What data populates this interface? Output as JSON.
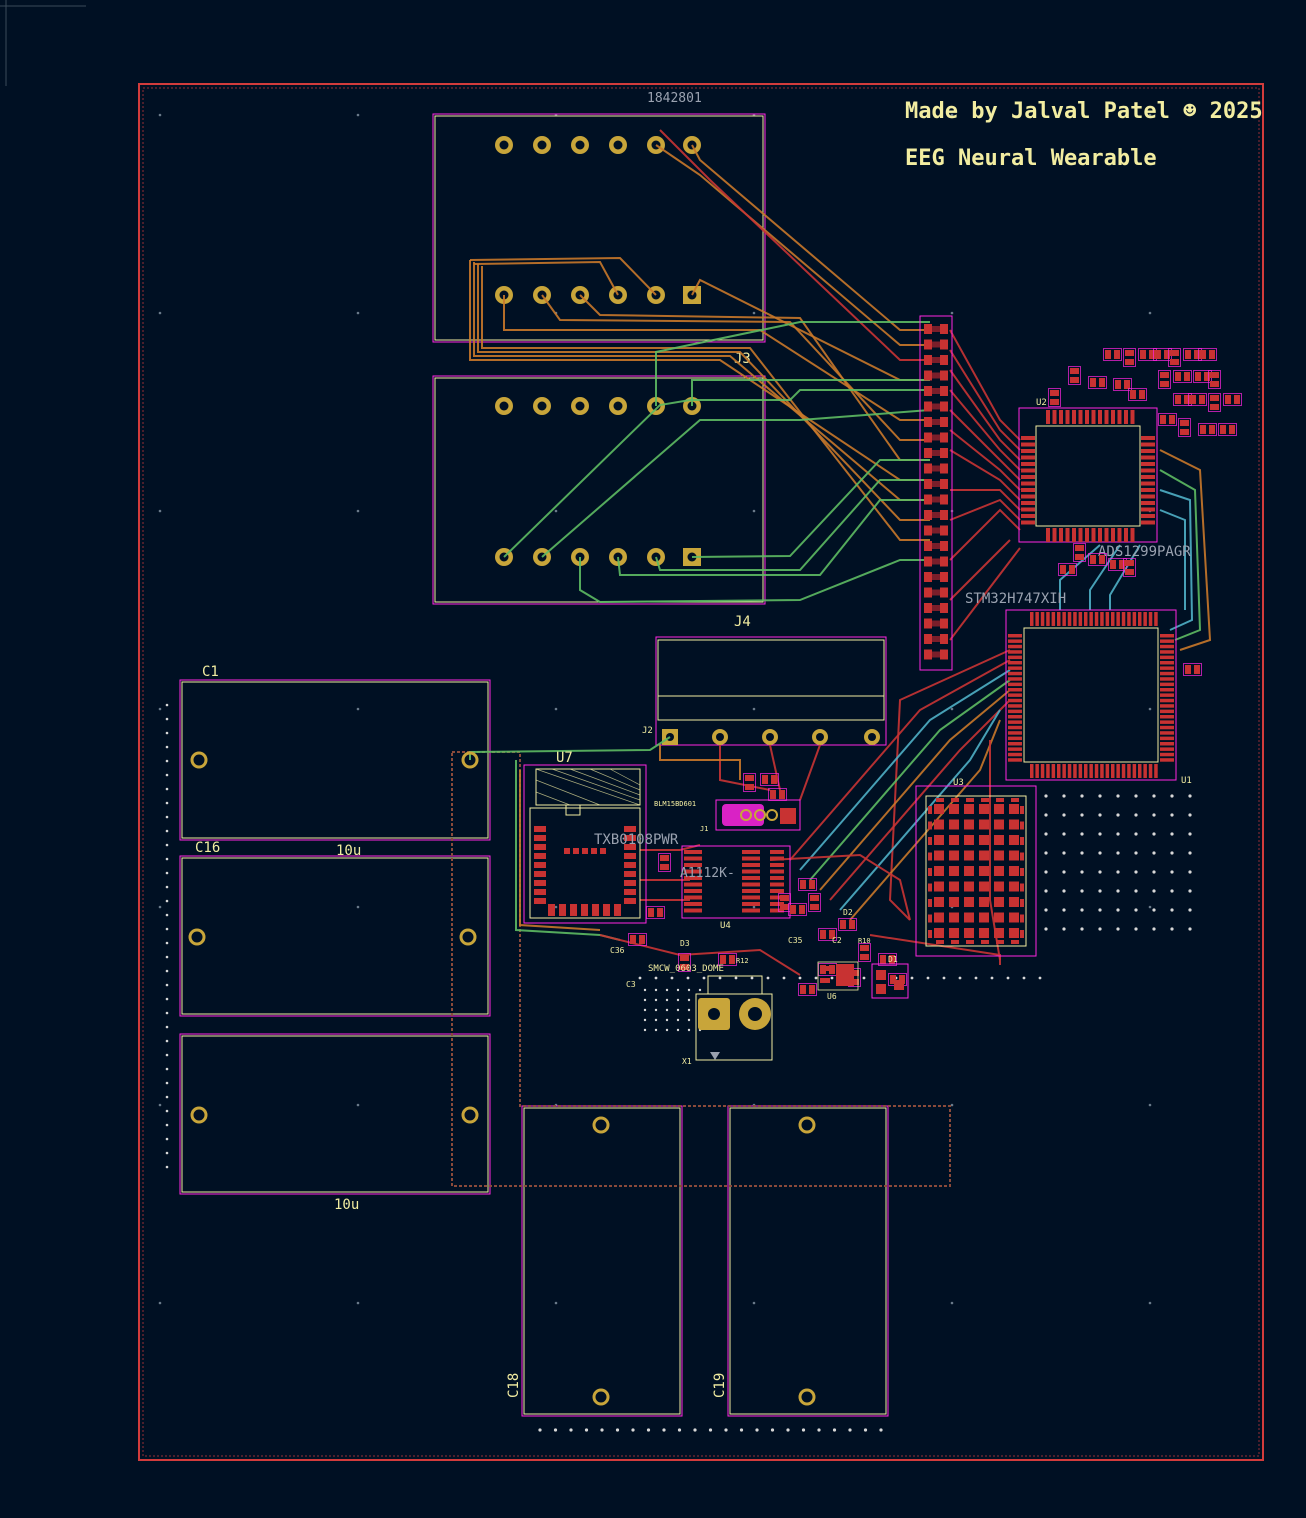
{
  "board": {
    "title_line1": "Made by Jalval Patel ☻ 2025",
    "title_line2": "EEG Neural Wearable"
  },
  "colors": {
    "background": "#001023",
    "edge_cuts": "#d23c3c",
    "silkscreen": "#f2eda1",
    "courtyard": "#ff26e2",
    "pad": "#c8a53a",
    "smd_pad": "#c83232",
    "trace_front": "#c83434",
    "trace_orange": "#c8782a",
    "trace_green": "#5dbb63",
    "trace_cyan": "#4fb0c6",
    "fab": "#9aa2b0"
  },
  "labels": {
    "j3_value": "1842801",
    "j3_ref": "J3",
    "j4_ref": "J4",
    "j2_ref": "J2",
    "c1_ref": "C1",
    "c1_value": "10u",
    "c16_ref": "C16",
    "c16_value": "10u",
    "c18_ref": "C18",
    "c19_ref": "C19",
    "u7_ref": "U7",
    "u7_value": "TXB0108PWR",
    "u4_value": "A1112K-",
    "u4_ref": "U4",
    "u2_ref": "U2",
    "u2_value": "ADS1299PAGR",
    "u1_ref": "U1",
    "u1_value": "STM32H747XIH",
    "u3_ref": "U3",
    "u6_ref": "U6",
    "x1_ref": "X1",
    "j1_value": "BLM15BD601",
    "j1_ref": "J1",
    "d1_ref": "D1",
    "d2_ref": "D2",
    "d3_ref": "D3",
    "d3_value": "SMCW_0603_DOME",
    "c2_ref": "C2",
    "c3_ref": "C3",
    "c35_ref": "C35",
    "c36_ref": "C36",
    "r10_ref": "R10",
    "r12_ref": "R12"
  }
}
